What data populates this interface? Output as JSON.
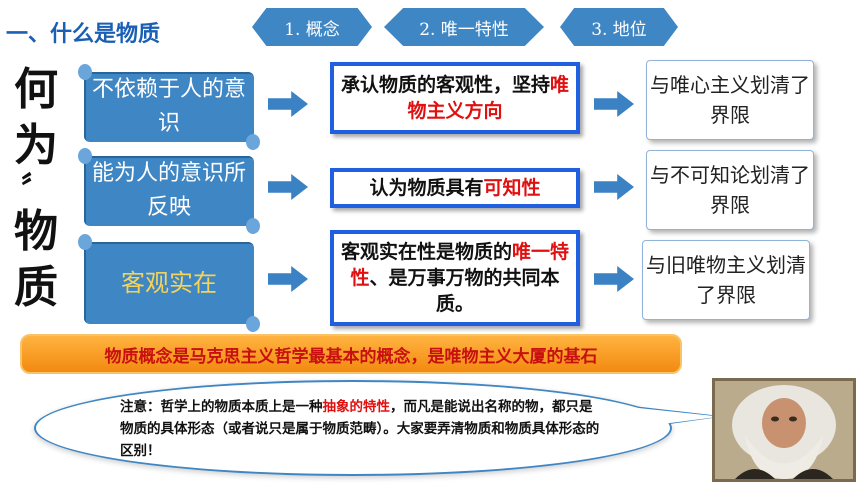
{
  "header": {
    "title": "一、什么是物质",
    "tabs": [
      {
        "label": "1. 概念"
      },
      {
        "label": "2. 唯一特性"
      },
      {
        "label": "3. 地位"
      }
    ]
  },
  "side_title": [
    "何",
    "为",
    "〞",
    "物",
    "质"
  ],
  "rows": [
    {
      "scroll": "不依赖于人的意识",
      "statement": {
        "pre": "承认物质的客观性，坚持",
        "highlight": "唯物主义方向",
        "post": ""
      },
      "result": "与唯心主义划清了界限"
    },
    {
      "scroll": "能为人的意识所反映",
      "statement": {
        "pre": "认为物质具有",
        "highlight": "可知性",
        "post": ""
      },
      "result": "与不可知论划清了界限"
    },
    {
      "scroll": "客观实在",
      "statement": {
        "pre": "客观实在性是物质的",
        "highlight": "唯一特性",
        "post": "、是万事万物的共同本质。"
      },
      "result": "与旧唯物主义划清了界限"
    }
  ],
  "banner": "物质概念是马克思主义哲学最基本的概念，是唯物主义大厦的基石",
  "note": {
    "pre": "注意：哲学上的物质本质上是一种",
    "highlight": "抽象的特性",
    "post": "，而凡是能说出名称的物，都只是物质的具体形态（或者说只是属于物质范畴）。大家要弄清物质和物质具体形态的区别！"
  },
  "colors": {
    "accent": "#3f86c4",
    "highlight": "#e01010",
    "banner": "#f28a10"
  },
  "icons": {
    "portrait": "bearded-man-portrait"
  }
}
